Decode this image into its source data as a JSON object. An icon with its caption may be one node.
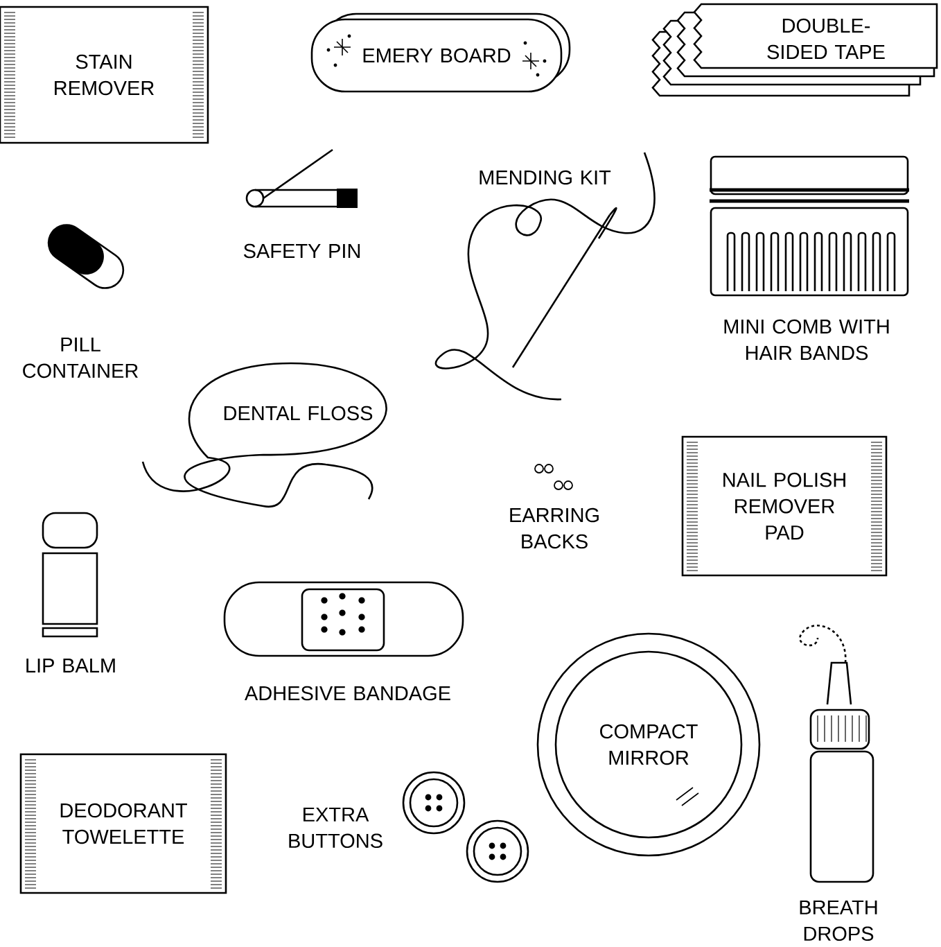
{
  "diagram": {
    "nodes": [
      {
        "text": [
          "STAIN REMOVER"
        ]
      },
      {
        "text": [
          "EMERY BOARD"
        ]
      },
      {
        "text": [
          "DOUBLE-SIDED TAPE"
        ]
      },
      {
        "text": [
          "DENTAL FLOSS"
        ]
      },
      {
        "text": [
          "NAIL POLISH REMOVER PAD"
        ]
      },
      {
        "text": [
          "DEODORANT TOWELETTE"
        ]
      },
      {
        "text": [
          "COMPACT MIRROR"
        ]
      }
    ],
    "labels": [
      "SAFETY PIN",
      "MENDING KIT",
      "PILL CONTAINER",
      "MINI COMB WITH HAIR BANDS",
      "EARRING BACKS",
      "LIP BALM",
      "ADHESIVE BANDAGE",
      "EXTRA BUTTONS",
      "BREATH DROPS"
    ]
  }
}
